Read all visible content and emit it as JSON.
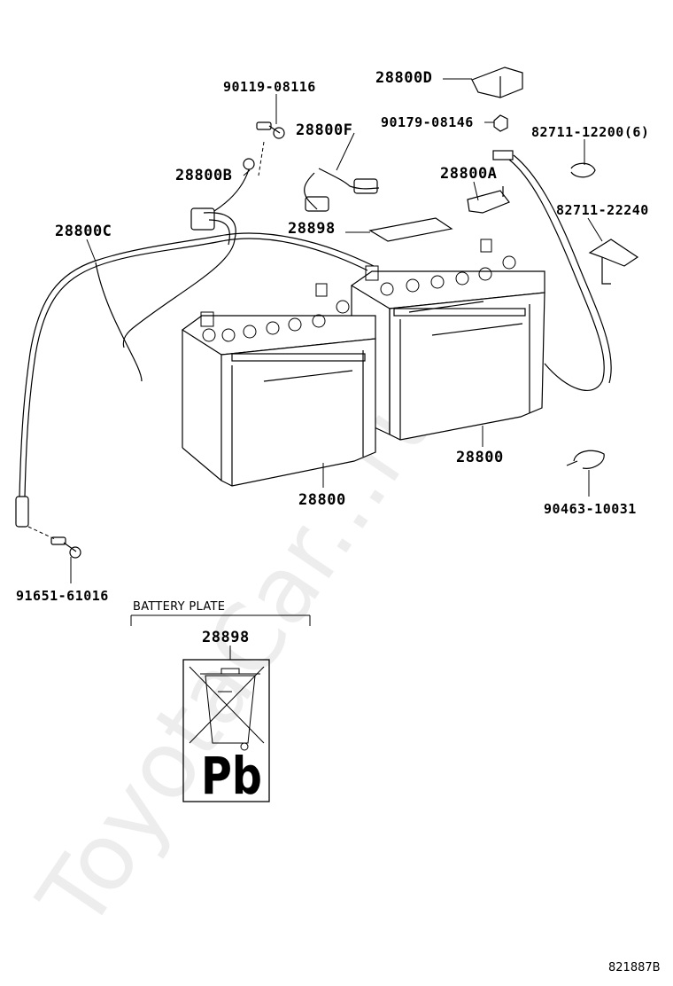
{
  "watermark": "ToyotaCar...ru",
  "figure_id": "821887B",
  "section": {
    "caption": "BATTERY PLATE",
    "part": "28898",
    "plate_text": "Pb"
  },
  "parts": {
    "p90119": "90119-08116",
    "p28800D": "28800D",
    "p90179": "90179-08146",
    "p82711a": "82711-12200(6)",
    "p28800F": "28800F",
    "p28800B": "28800B",
    "p28800A": "28800A",
    "p82711b": "82711-22240",
    "p28800C": "28800C",
    "p28898": "28898",
    "p28800_right": "28800",
    "p28800_left": "28800",
    "p90463": "90463-10031",
    "p91651": "91651-61016"
  }
}
